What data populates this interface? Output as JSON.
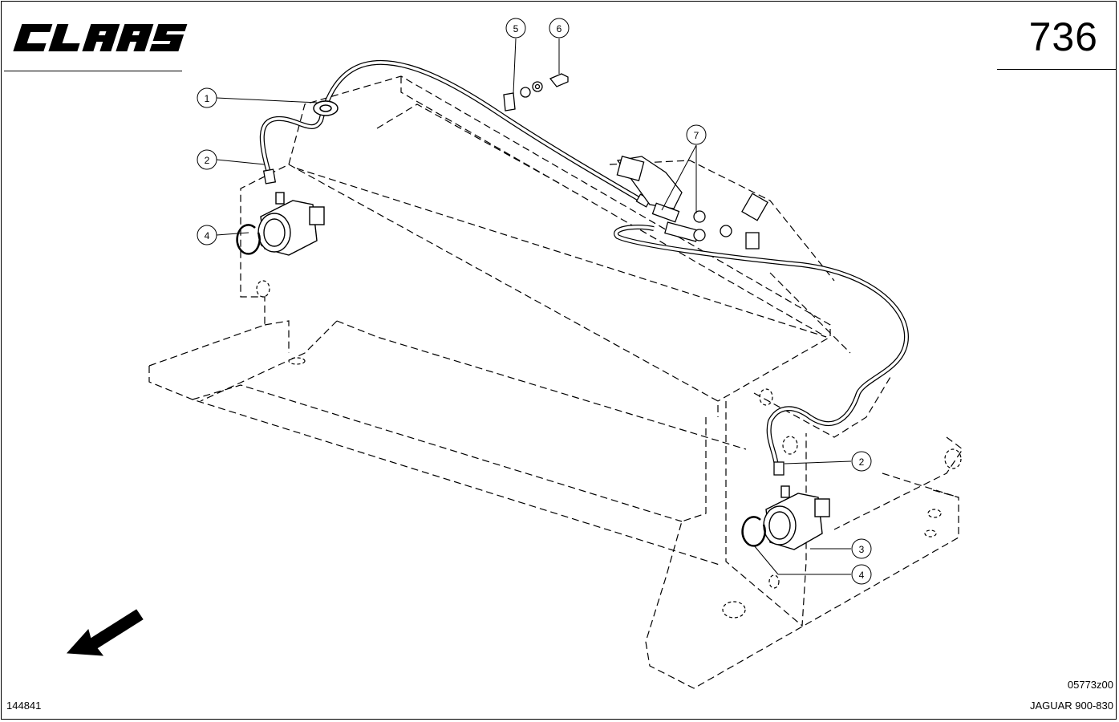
{
  "header": {
    "brand": "CLAAS",
    "page_number": "736"
  },
  "callouts": [
    {
      "id": "callout-1",
      "label": "1"
    },
    {
      "id": "callout-2-top",
      "label": "2"
    },
    {
      "id": "callout-4-left",
      "label": "4"
    },
    {
      "id": "callout-5",
      "label": "5"
    },
    {
      "id": "callout-6",
      "label": "6"
    },
    {
      "id": "callout-7",
      "label": "7"
    },
    {
      "id": "callout-2-right",
      "label": "2"
    },
    {
      "id": "callout-3",
      "label": "3"
    },
    {
      "id": "callout-4-right",
      "label": "4"
    }
  ],
  "footer": {
    "doc_id": "144841",
    "figure_code": "05773z00",
    "model": "JAGUAR 900-830"
  },
  "colors": {
    "line": "#000000",
    "background": "#ffffff"
  }
}
